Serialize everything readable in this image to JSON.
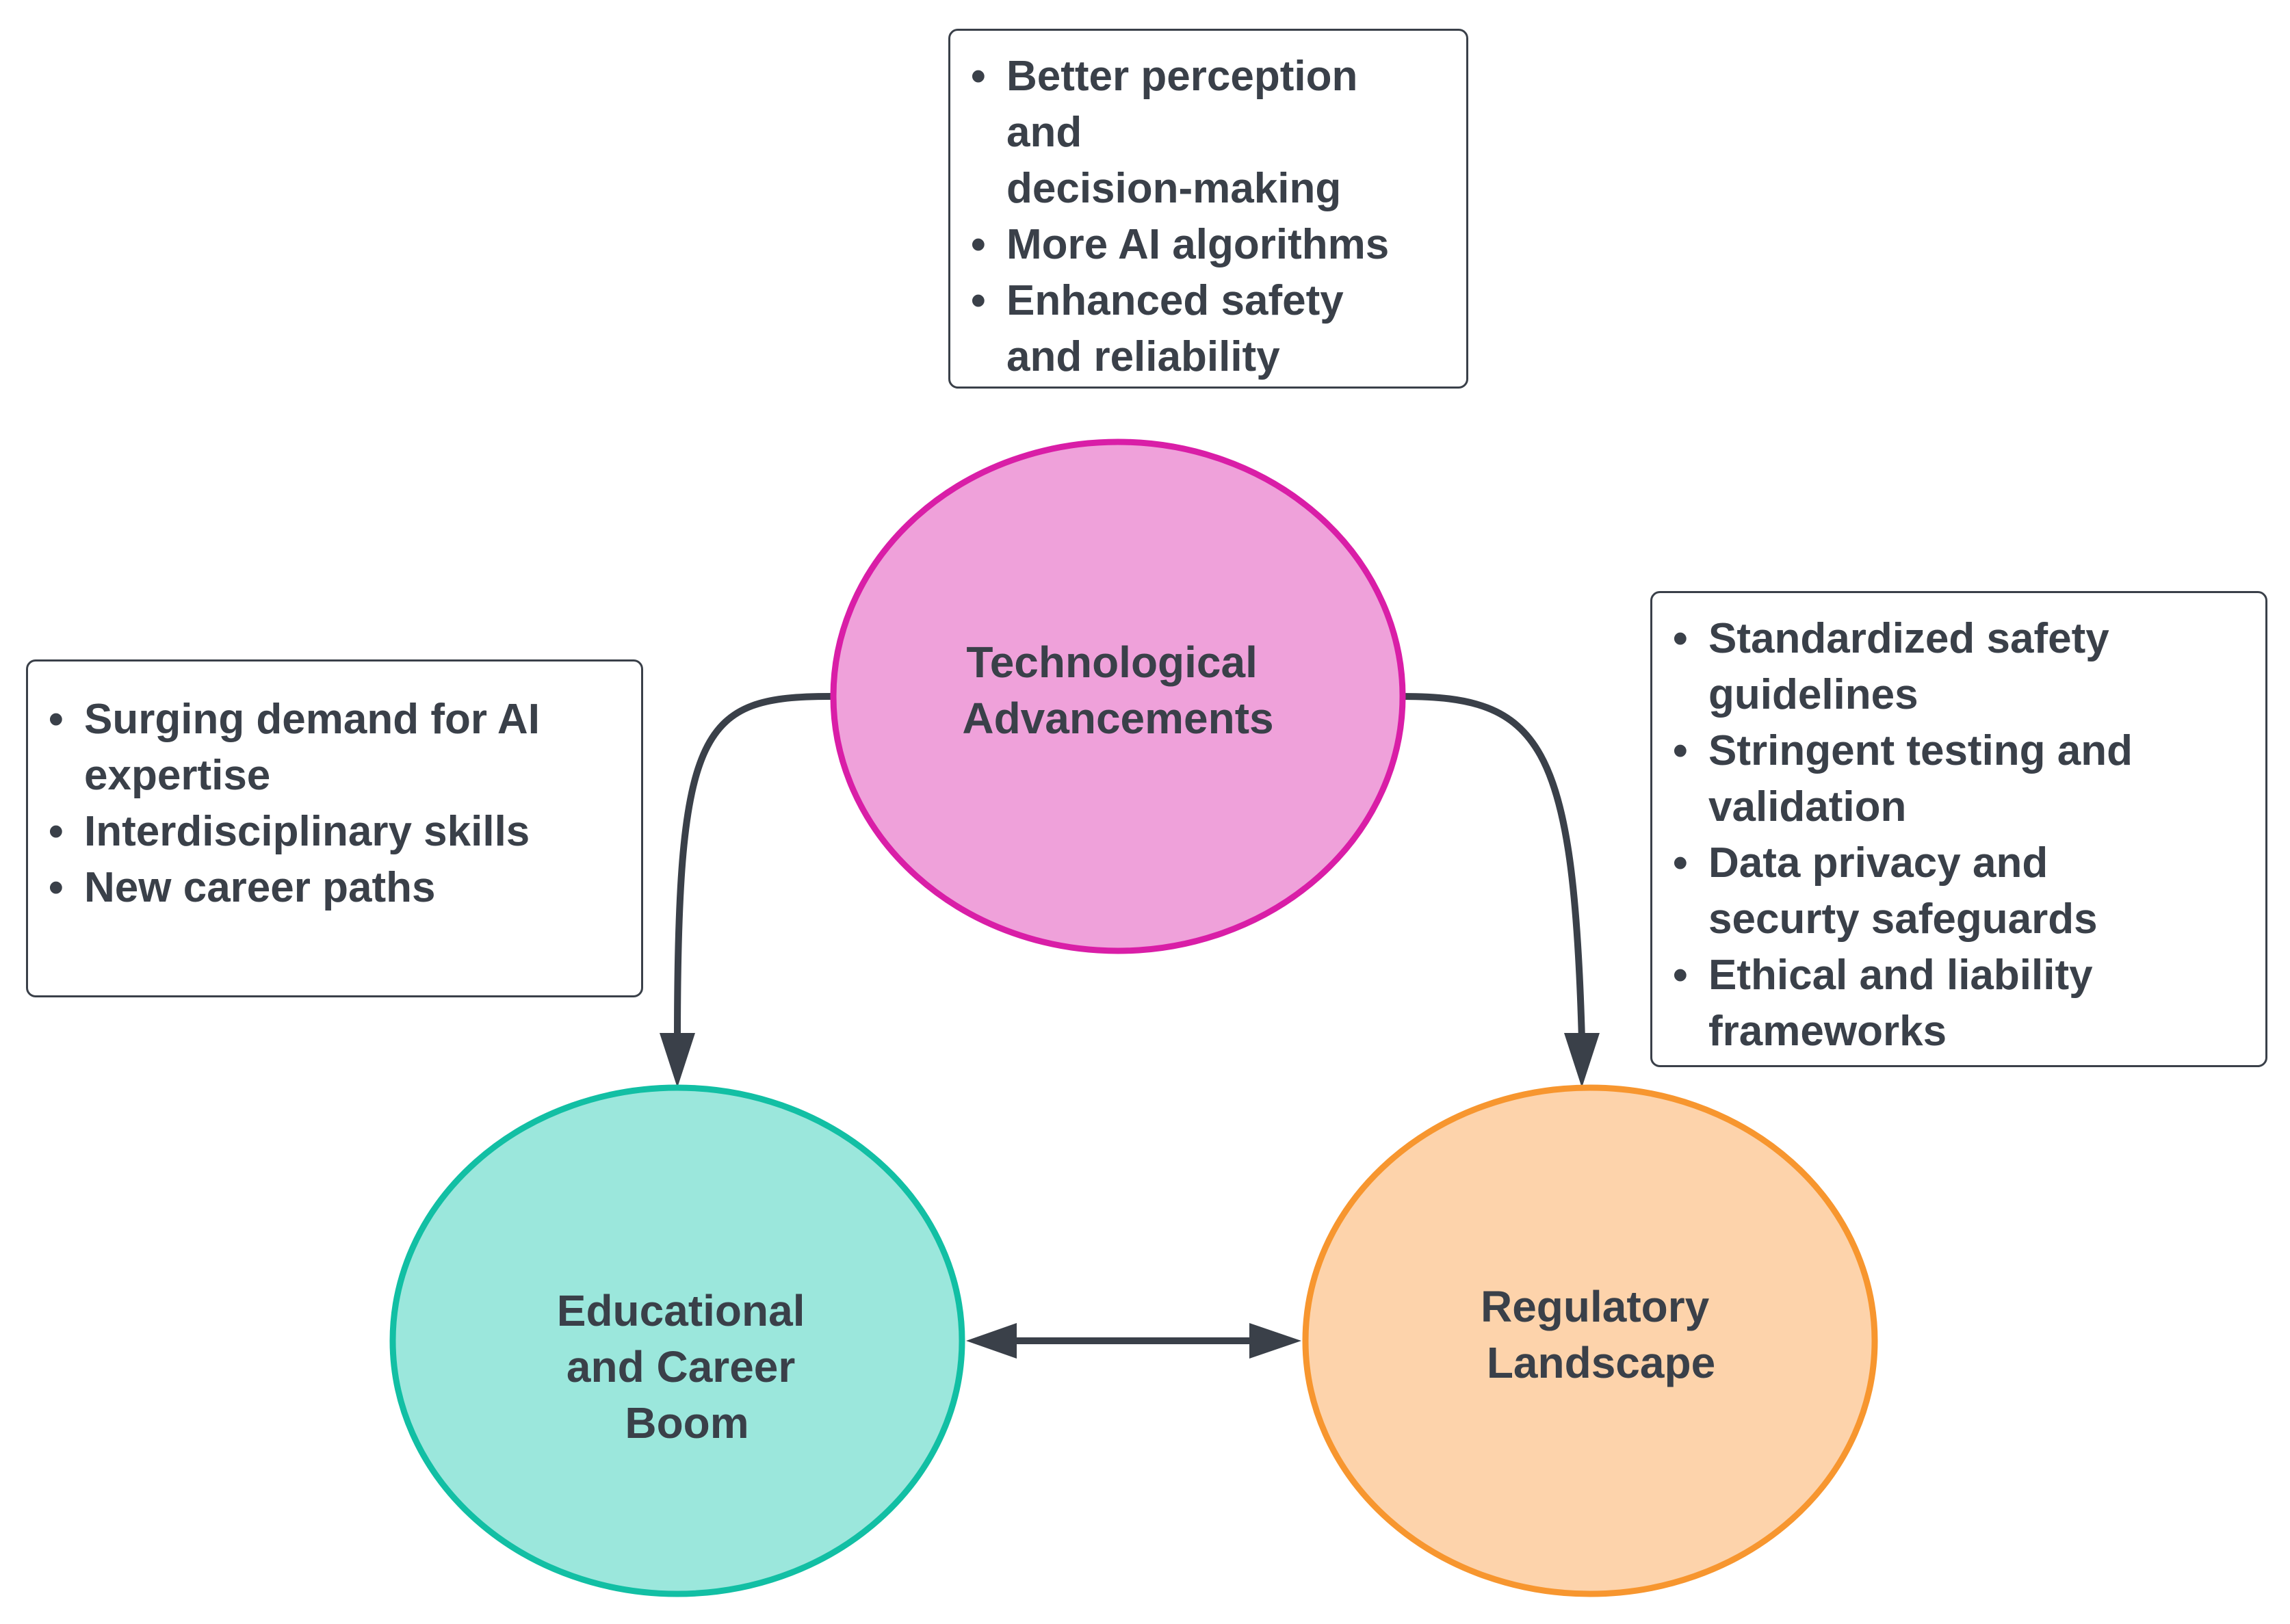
{
  "nodes": {
    "technological": {
      "lines": [
        "Technological",
        "Advancements"
      ],
      "fill": "#efa1da",
      "stroke": "#d91ea7"
    },
    "educational": {
      "lines": [
        "Educational",
        "and Career",
        "Boom"
      ],
      "fill": "#9be7dc",
      "stroke": "#12bfa4"
    },
    "regulatory": {
      "lines": [
        "Regulatory",
        "Landscape"
      ],
      "fill": "#fdd3ab",
      "stroke": "#f7962f"
    }
  },
  "boxes": {
    "technological": {
      "items": [
        "Better perception\nand\ndecision-making",
        "More AI algorithms",
        "Enhanced safety\nand reliability"
      ]
    },
    "educational": {
      "items": [
        "Surging demand for AI\nexpertise",
        "Interdisciplinary skills",
        "New career paths"
      ]
    },
    "regulatory": {
      "items": [
        "Standardized safety\nguidelines",
        "Stringent testing and\nvalidation",
        "Data privacy and\nsecurty safeguards",
        "Ethical and liability\nframeworks"
      ]
    }
  },
  "connector_color": "#3a4049"
}
